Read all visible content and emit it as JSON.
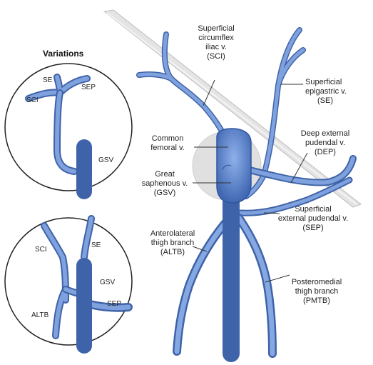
{
  "variations_title": "Variations",
  "main_labels": {
    "sci": [
      "Superficial",
      "circumflex",
      "iliac v.",
      "(SCI)"
    ],
    "se": [
      "Superficial",
      "epigastric v.",
      "(SE)"
    ],
    "common_femoral": [
      "Common",
      "femoral v."
    ],
    "dep": [
      "Deep external",
      "pudendal v.",
      "(DEP)"
    ],
    "gsv": [
      "Great",
      "saphenous v.",
      "(GSV)"
    ],
    "sep": [
      "Superficial",
      "external pudendal v.",
      "(SEP)"
    ],
    "altb": [
      "Anterolateral",
      "thigh branch",
      "(ALTB)"
    ],
    "pmtb": [
      "Posteromedial",
      "thigh branch",
      "(PMTB)"
    ]
  },
  "variation1_labels": {
    "se": "SE",
    "sep": "SEP",
    "sci": "SCI",
    "gsv": "GSV"
  },
  "variation2_labels": {
    "sci": "SCI",
    "se": "SE",
    "gsv": "GSV",
    "sep": "SEP",
    "altb": "ALTB"
  },
  "colors": {
    "vein_fill": "#6f95d6",
    "vein_stroke": "#3f63a8",
    "vein_dark": "#27478a",
    "ligament": "#d9d9d9",
    "circle_stroke": "#222222"
  }
}
